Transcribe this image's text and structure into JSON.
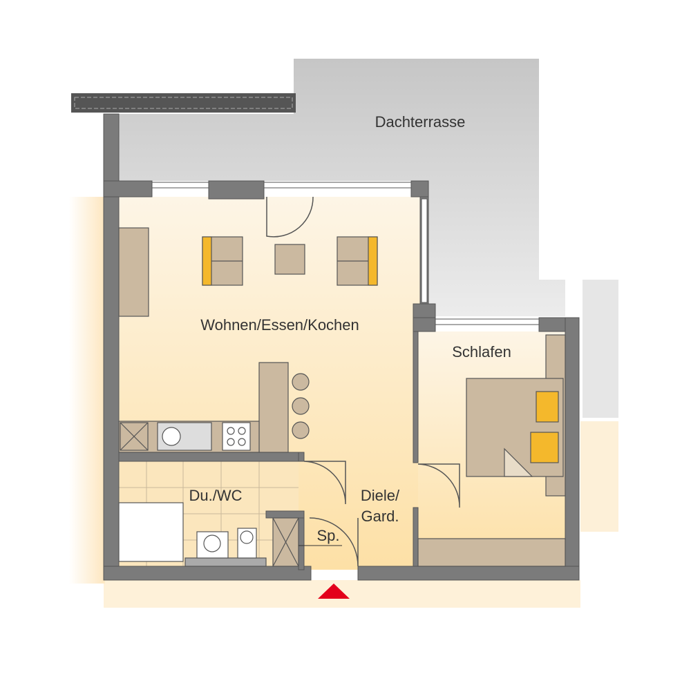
{
  "rooms": {
    "terrace": "Dachterrasse",
    "living": "Wohnen/Essen/Kochen",
    "bedroom": "Schlafen",
    "bath": "Du./WC",
    "hall_line1": "Diele/",
    "hall_line2": "Gard.",
    "storage": "Sp."
  },
  "colors": {
    "wall": "#7b7b7b",
    "furniture": "#cbb9a0",
    "accent": "#f4b82c",
    "entrance": "#e3001b",
    "terrace": "#cfcfcf"
  }
}
